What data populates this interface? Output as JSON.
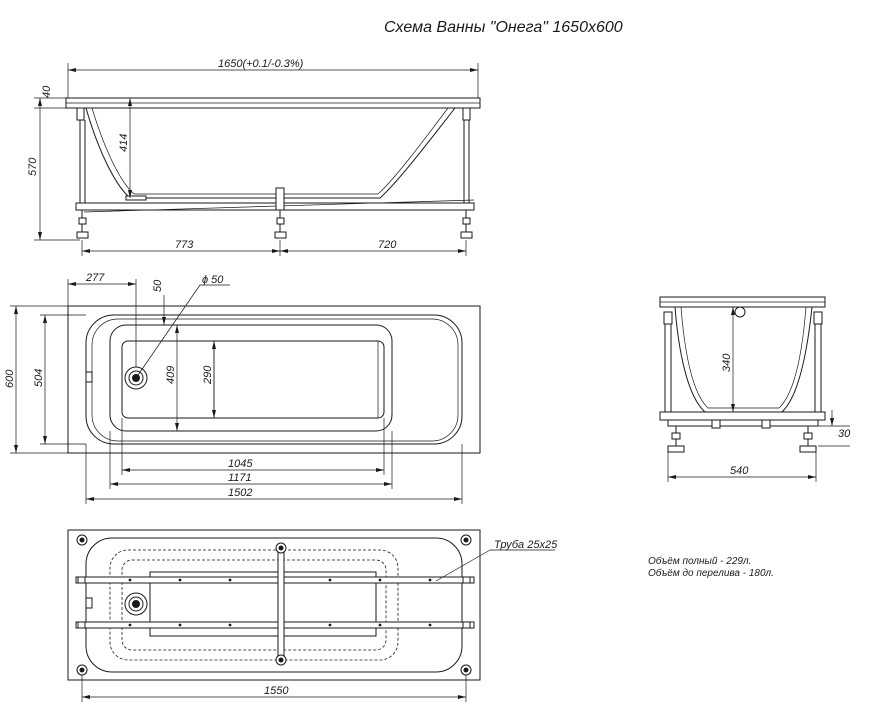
{
  "title": "Схема Ванны \"Онега\" 1650х600",
  "side_view": {
    "overall_length": "1650(+0.1/-0.3%)",
    "rim_height": "40",
    "total_height": "570",
    "bath_depth": "414",
    "leg_span_left": "773",
    "leg_span_right": "720"
  },
  "top_view": {
    "drain_offset": "277",
    "drain_offset_top": "50",
    "drain_diameter": "ϕ 50",
    "outer_width": "600",
    "inner_width": "504",
    "bowl_width": "409",
    "bottom_width": "290",
    "bottom_length": "1045",
    "inner_length": "1171",
    "bowl_length": "1502"
  },
  "end_view": {
    "depth": "340",
    "leg_span": "540",
    "foot_height": "30"
  },
  "frame_view": {
    "tube_label": "Труба 25х25",
    "frame_length": "1550"
  },
  "volumes": {
    "full": "Объём полный - 229л.",
    "overflow": "Объём до перелива - 180л."
  }
}
